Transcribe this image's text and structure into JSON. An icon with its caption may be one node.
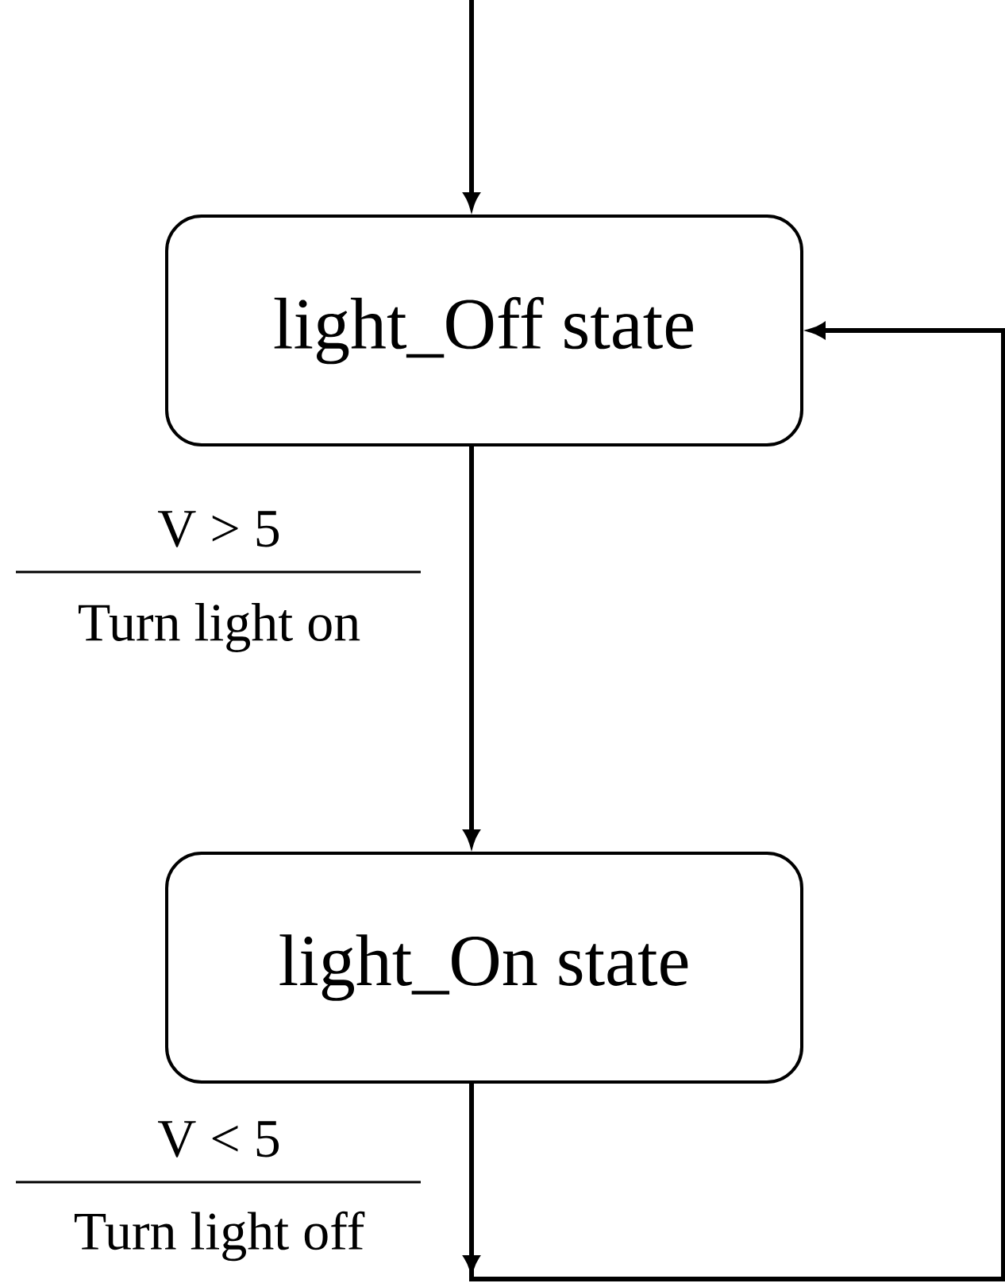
{
  "diagram": {
    "nodes": [
      {
        "text": [
          "light_Off state"
        ]
      },
      {
        "text": [
          "light_On state"
        ]
      }
    ],
    "edges": [
      {
        "from": null,
        "to": 0,
        "arrow": "to"
      },
      {
        "from": 0,
        "to": 1,
        "arrow": "to",
        "label": "V > 5"
      },
      {
        "from": 1,
        "to": 0,
        "arrow": "to",
        "label": "V < 5"
      }
    ],
    "labels": [
      "Turn light on",
      "Turn light off"
    ]
  }
}
